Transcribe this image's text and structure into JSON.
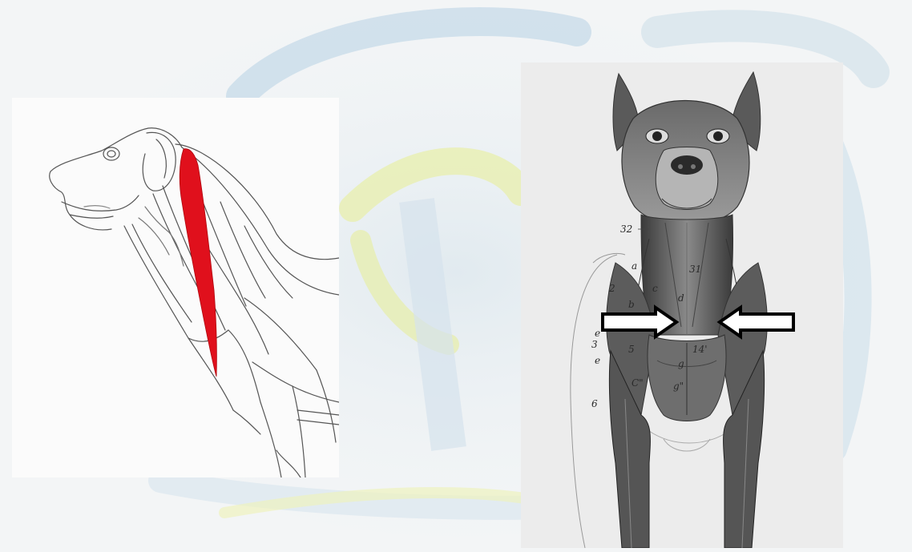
{
  "figure": {
    "left_panel": {
      "view": "lateral",
      "highlight_color": "#e0101c"
    },
    "right_panel": {
      "view": "ventral",
      "labels": [
        "32",
        "a",
        "31",
        "2",
        "c",
        "d",
        "b",
        "e",
        "3",
        "5",
        "14'",
        "e",
        "g",
        "C\"",
        "g\"",
        "6"
      ],
      "arrow_color": "#000000",
      "arrow_fill": "#ffffff"
    },
    "watermark": {
      "colors": [
        "#bcd6e8",
        "#e6efa8",
        "#c9dde9"
      ]
    }
  }
}
